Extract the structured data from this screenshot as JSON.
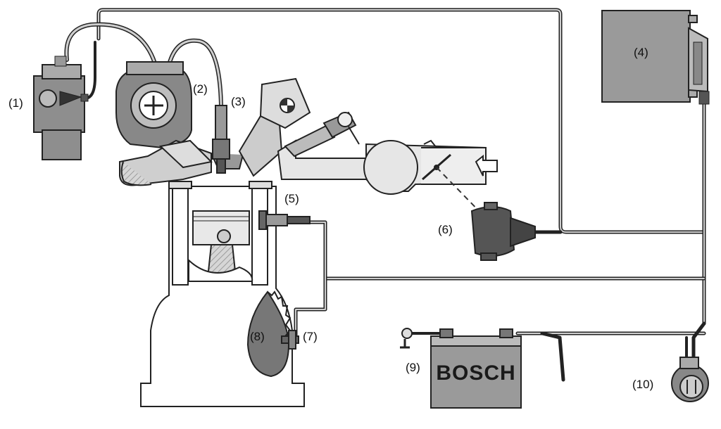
{
  "labels": {
    "c1": "(1)",
    "c2": "(2)",
    "c3": "(3)",
    "c4": "(4)",
    "c5": "(5)",
    "c6": "(6)",
    "c7": "(7)",
    "c8": "(8)",
    "c9": "(9)",
    "c10": "(10)"
  },
  "battery": {
    "brand": "BOSCH"
  },
  "colors": {
    "line": "#222222",
    "wire_fill": "#bdbdbd",
    "component": "#8a8a8a",
    "component_dark": "#555555",
    "ecu": "#9a9a9a",
    "engine_outline": "#222222"
  }
}
